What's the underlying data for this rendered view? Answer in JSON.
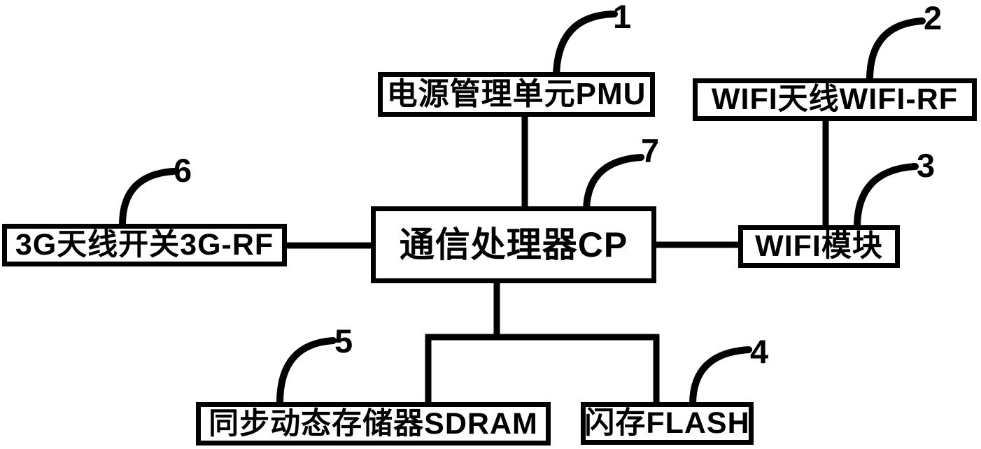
{
  "diagram": {
    "background_color": "#ffffff",
    "line_color": "#000000",
    "blocks": [
      {
        "id": "pmu",
        "label": "电源管理单元PMU",
        "ref": "1"
      },
      {
        "id": "wifi_rf",
        "label": "WIFI天线WIFI-RF",
        "ref": "2"
      },
      {
        "id": "wifi_module",
        "label": "WIFI模块",
        "ref": "3"
      },
      {
        "id": "flash",
        "label": "闪存FLASH",
        "ref": "4"
      },
      {
        "id": "sdram",
        "label": "同步动态存储器SDRAM",
        "ref": "5"
      },
      {
        "id": "g3_rf",
        "label": "3G天线开关3G-RF",
        "ref": "6"
      },
      {
        "id": "cp",
        "label": "通信处理器CP",
        "ref": "7"
      }
    ],
    "connections": [
      {
        "from": "电源管理单元PMU",
        "to": "通信处理器CP"
      },
      {
        "from": "WIFI天线WIFI-RF",
        "to": "WIFI模块"
      },
      {
        "from": "3G天线开关3G-RF",
        "to": "通信处理器CP"
      },
      {
        "from": "通信处理器CP",
        "to": "WIFI模块"
      },
      {
        "from": "通信处理器CP",
        "to": "同步动态存储器SDRAM"
      },
      {
        "from": "通信处理器CP",
        "to": "闪存FLASH"
      }
    ]
  }
}
